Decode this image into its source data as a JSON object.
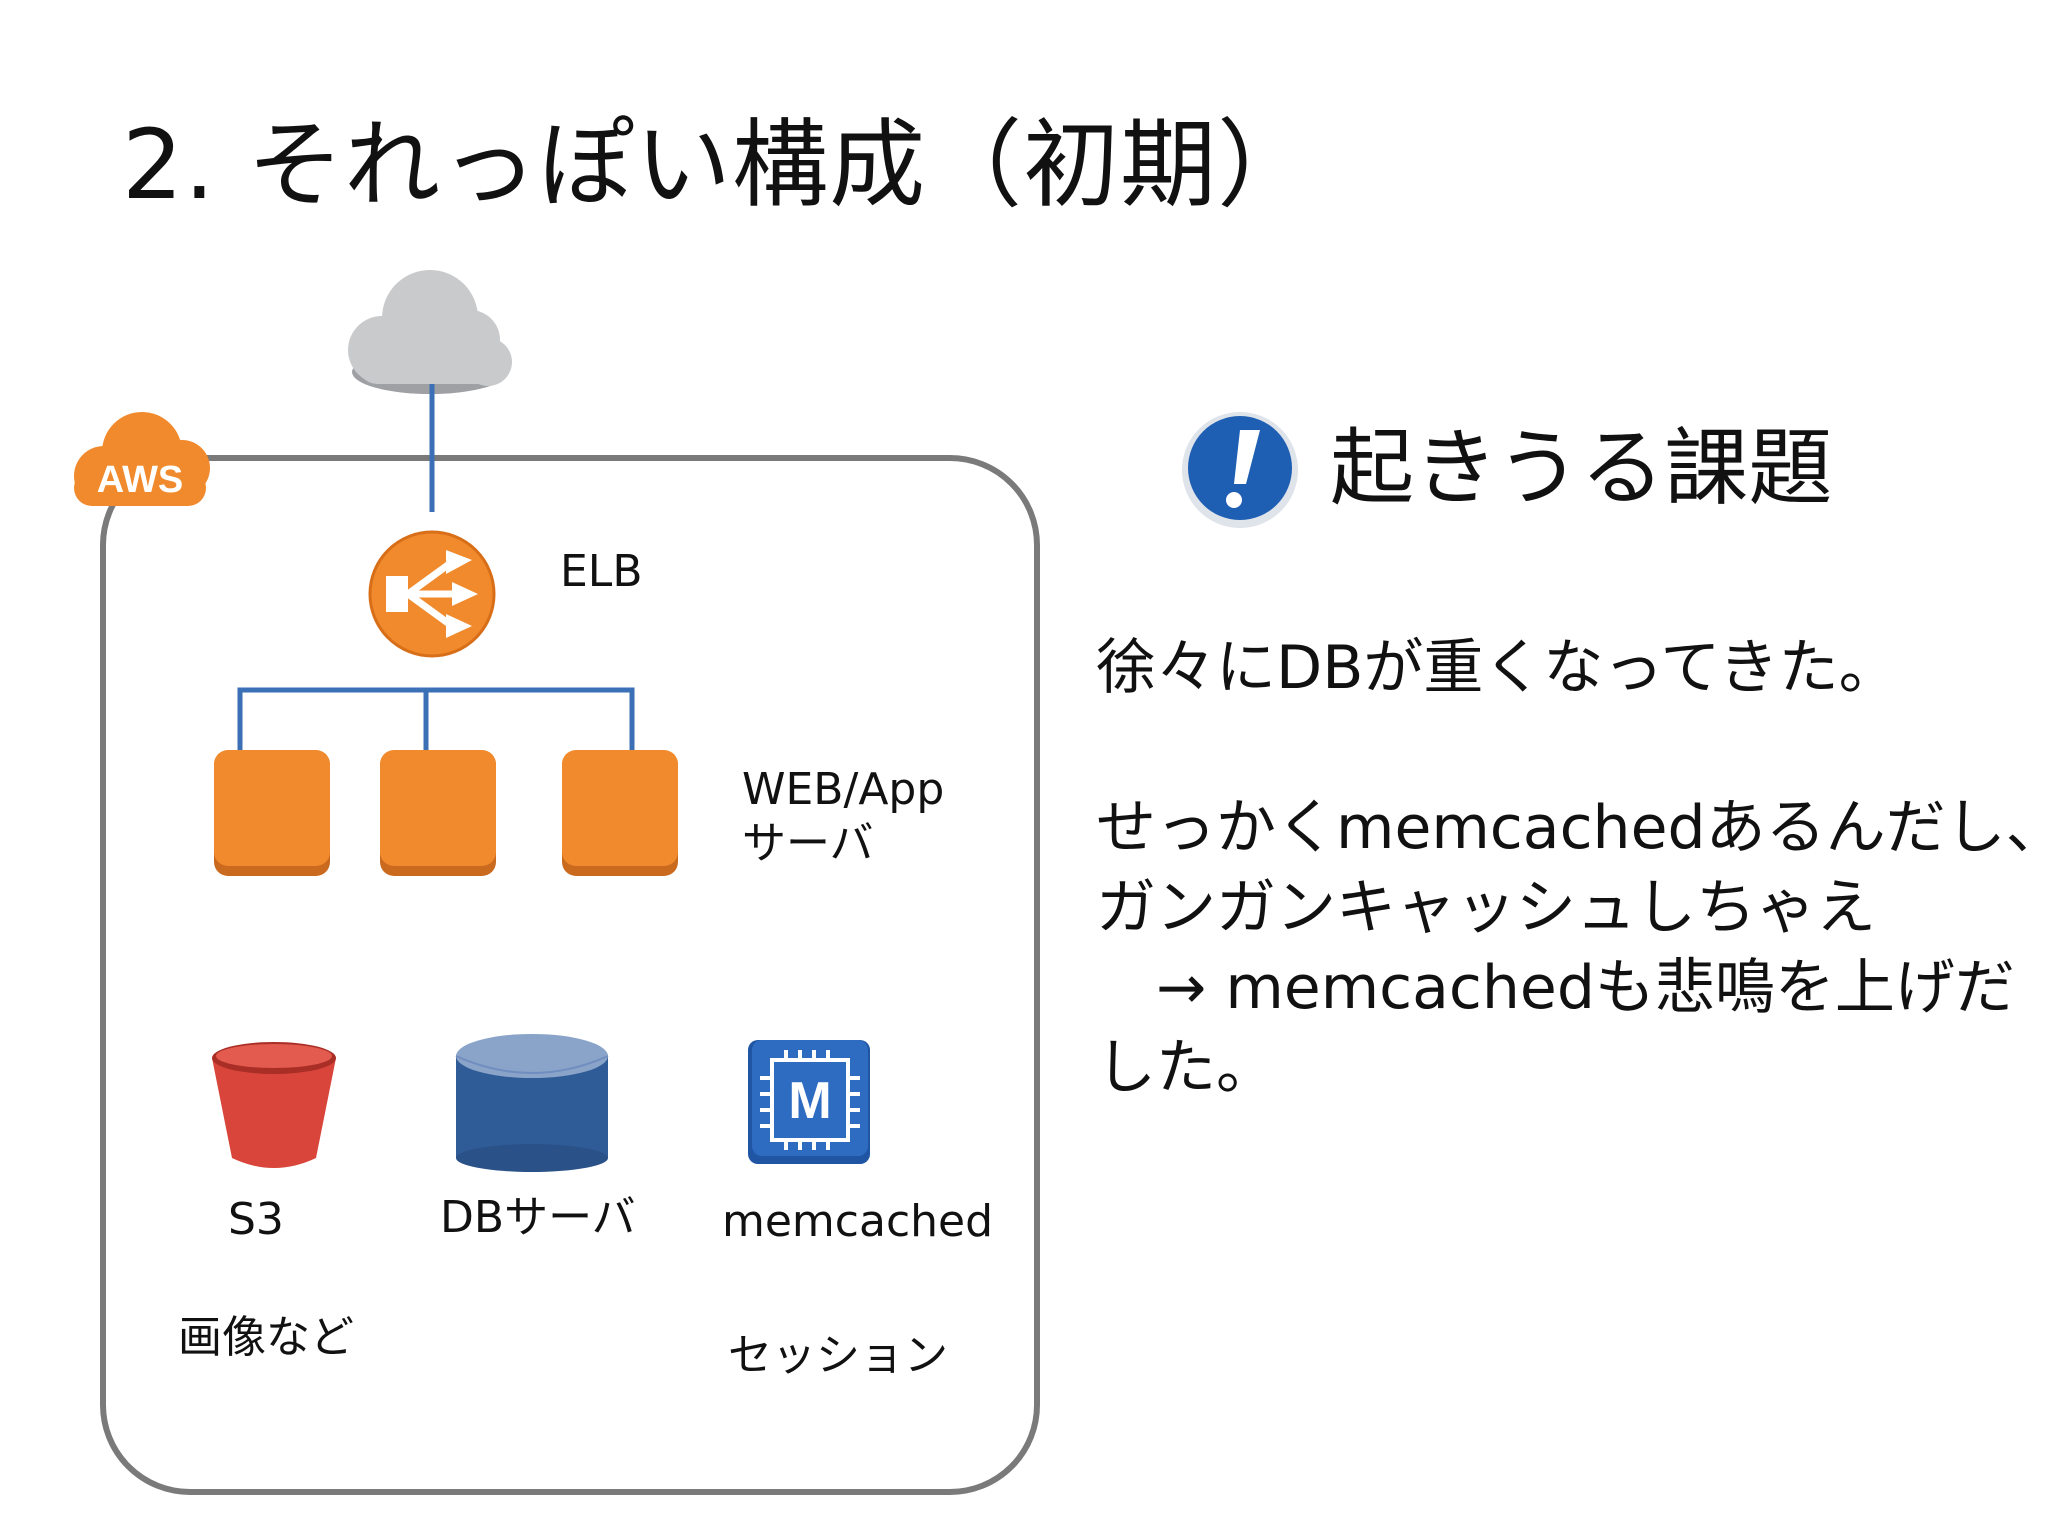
{
  "slide": {
    "title": "2. それっぽい構成（初期）"
  },
  "diagram": {
    "aws_badge": "AWS",
    "elb_label": "ELB",
    "web_label_line1": "WEB/App",
    "web_label_line2": "サーバ",
    "s3_label": "S3",
    "s3_sublabel": "画像など",
    "db_label": "DBサーバ",
    "memcached_label": "memcached",
    "memcached_sublabel": "セッション",
    "memcached_icon_letter": "M"
  },
  "issues": {
    "heading": "起きうる課題",
    "line1": "徐々にDBが重くなってきた。",
    "line2": "せっかくmemcachedあるんだし、",
    "line3": "ガンガンキャッシュしちゃえ",
    "line4": "　→ memcachedも悲鳴を上げだ",
    "line5": "した。"
  },
  "colors": {
    "aws_orange": "#f08a2c",
    "connector_blue": "#3b6fb6",
    "s3_red": "#d9453a",
    "db_blue": "#2f5c97",
    "memcached_blue": "#2e6cc2",
    "cloud_gray": "#c9cacc",
    "frame_gray": "#7a7a7a"
  }
}
